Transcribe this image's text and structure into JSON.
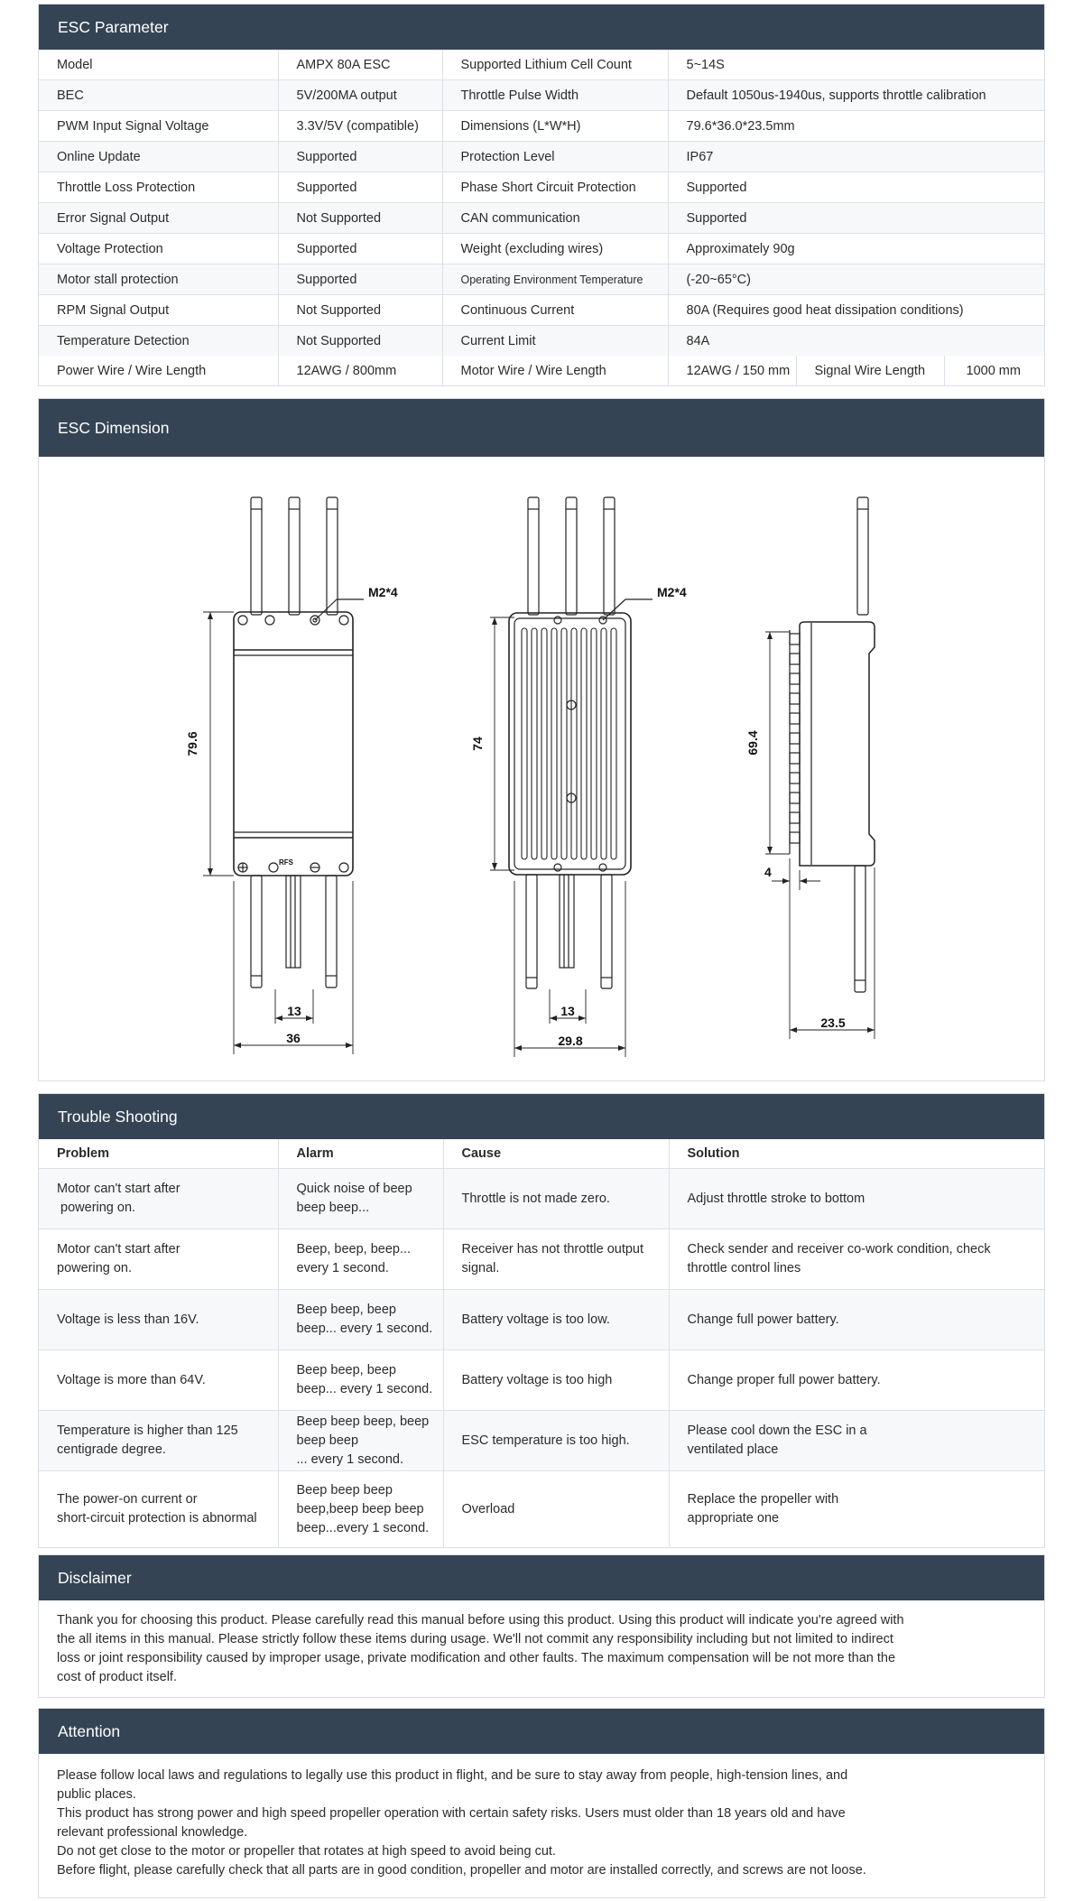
{
  "param": {
    "title": "ESC Parameter",
    "rows": [
      [
        "Model",
        "AMPX 80A ESC",
        "Supported Lithium Cell Count",
        "5~14S"
      ],
      [
        "BEC",
        "5V/200MA output",
        "Throttle Pulse Width",
        "Default 1050us-1940us, supports throttle calibration"
      ],
      [
        "PWM Input Signal Voltage",
        "3.3V/5V (compatible)",
        "Dimensions (L*W*H)",
        "79.6*36.0*23.5mm"
      ],
      [
        "Online Update",
        "Supported",
        "Protection Level",
        "IP67"
      ],
      [
        "Throttle Loss Protection",
        "Supported",
        "Phase Short Circuit Protection",
        "Supported"
      ],
      [
        "Error Signal Output",
        "Not Supported",
        "CAN communication",
        "Supported"
      ],
      [
        "Voltage Protection",
        "Supported",
        "Weight (excluding wires)",
        "Approximately 90g"
      ],
      [
        "Motor stall protection",
        "Supported",
        "Operating Environment Temperature",
        "(-20~65°C)"
      ],
      [
        "RPM Signal Output",
        "Not Supported",
        "Continuous Current",
        "80A (Requires good heat dissipation conditions)"
      ],
      [
        "Temperature Detection",
        "Not Supported",
        "Current Limit",
        "84A"
      ]
    ],
    "last_row": {
      "c1": "Power Wire / Wire Length",
      "c2": "12AWG / 800mm",
      "c3": "Motor Wire / Wire Length",
      "c4": "12AWG / 150 mm",
      "c5": "Signal Wire Length",
      "c6": "1000 mm"
    }
  },
  "dimension": {
    "title": "ESC Dimension",
    "labels": {
      "front_height": "79.6",
      "front_width": "36",
      "front_pin": "13",
      "front_screw": "M2*4",
      "mid_height": "74",
      "mid_width": "29.8",
      "mid_pin": "13",
      "mid_screw": "M2*4",
      "side_height": "69.4",
      "side_fin": "4",
      "side_width": "23.5",
      "rfs": "RFS"
    }
  },
  "trouble": {
    "title": "Trouble Shooting",
    "headers": [
      "Problem",
      "Alarm",
      "Cause",
      "Solution"
    ],
    "rows": [
      [
        [
          "Motor can't start after",
          " powering on."
        ],
        [
          "Quick noise of beep",
          "beep beep..."
        ],
        [
          "Throttle is not made zero."
        ],
        [
          "Adjust throttle stroke to bottom"
        ]
      ],
      [
        [
          "Motor can't start after",
          "powering on."
        ],
        [
          "Beep, beep, beep...",
          "every 1 second."
        ],
        [
          "Receiver has not throttle output",
          "signal."
        ],
        [
          "Check sender and receiver co-work condition, check",
          "throttle control lines"
        ]
      ],
      [
        [
          "Voltage is less than 16V."
        ],
        [
          "Beep beep, beep",
          "beep... every 1 second."
        ],
        [
          "Battery voltage is too low."
        ],
        [
          "Change full power battery."
        ]
      ],
      [
        [
          "Voltage is more than 64V."
        ],
        [
          "Beep beep, beep",
          "beep... every 1 second."
        ],
        [
          "Battery voltage is too high"
        ],
        [
          "Change proper full power battery."
        ]
      ],
      [
        [
          "Temperature is higher than 125",
          "centigrade degree."
        ],
        [
          "Beep beep beep, beep",
          "beep beep",
          "... every 1 second."
        ],
        [
          "ESC temperature is too high."
        ],
        [
          "Please cool down the ESC in a",
          "ventilated place"
        ]
      ],
      [
        [
          "The power-on current or",
          "short-circuit protection is abnormal"
        ],
        [
          "Beep beep beep",
          "beep,beep beep beep",
          "beep...every 1 second."
        ],
        [
          "Overload"
        ],
        [
          "Replace the propeller with",
          "appropriate one"
        ]
      ]
    ]
  },
  "disclaimer": {
    "title": "Disclaimer",
    "lines": [
      "Thank you for choosing this product. Please carefully read this manual before using this product. Using this product will indicate you're agreed with",
      "the all items in this manual. Please strictly follow these items during usage. We'll not commit any responsibility including but not limited to indirect",
      "loss or joint responsibility caused by improper usage, private modification and other faults. The maximum compensation will be not more than the",
      "cost of product itself."
    ]
  },
  "attention": {
    "title": "Attention",
    "lines": [
      "Please follow local laws and regulations to legally use this product in flight, and be sure to stay away from people, high-tension lines, and",
      "public places.",
      "This product has strong power and high speed propeller operation with certain safety risks.  Users must older than 18 years old and have",
      "relevant professional knowledge.",
      "Do not get close to the motor or propeller that rotates at high speed to avoid being cut.",
      "Before flight, please carefully check that all parts are in good condition, propeller and motor are installed correctly, and screws are not loose."
    ]
  }
}
